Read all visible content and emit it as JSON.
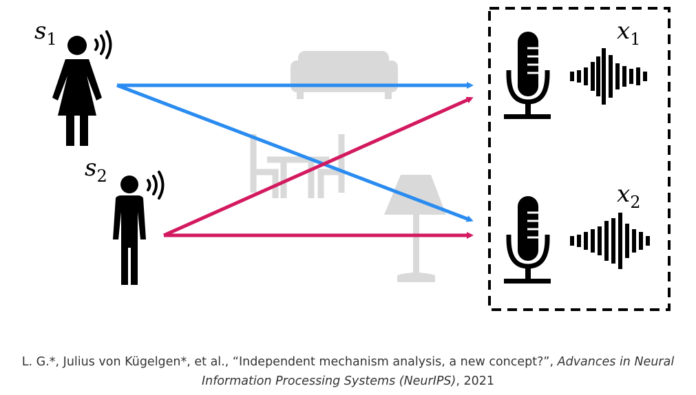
{
  "diagram": {
    "sources": [
      {
        "letter": "s",
        "sub": "1"
      },
      {
        "letter": "s",
        "sub": "2"
      }
    ],
    "observations": [
      {
        "letter": "x",
        "sub": "1"
      },
      {
        "letter": "x",
        "sub": "2"
      }
    ],
    "colors": {
      "source1": "#2a8cf0",
      "source2": "#d3195f",
      "furniture": "#d9d9d9",
      "ink": "#000000"
    },
    "icons": [
      "woman-speaking-icon",
      "man-speaking-icon",
      "sofa-icon",
      "dining-table-icon",
      "floor-lamp-icon",
      "microphone-icon",
      "waveform-icon"
    ]
  },
  "caption": {
    "authors": "L. G.*, Julius von Kügelgen*, et al., ",
    "title": "“Independent mechanism analysis, a new concept?”, ",
    "venue_line1": "Advances in Neural",
    "venue_line2": "Information Processing Systems (NeurIPS)",
    "year": ", 2021"
  }
}
